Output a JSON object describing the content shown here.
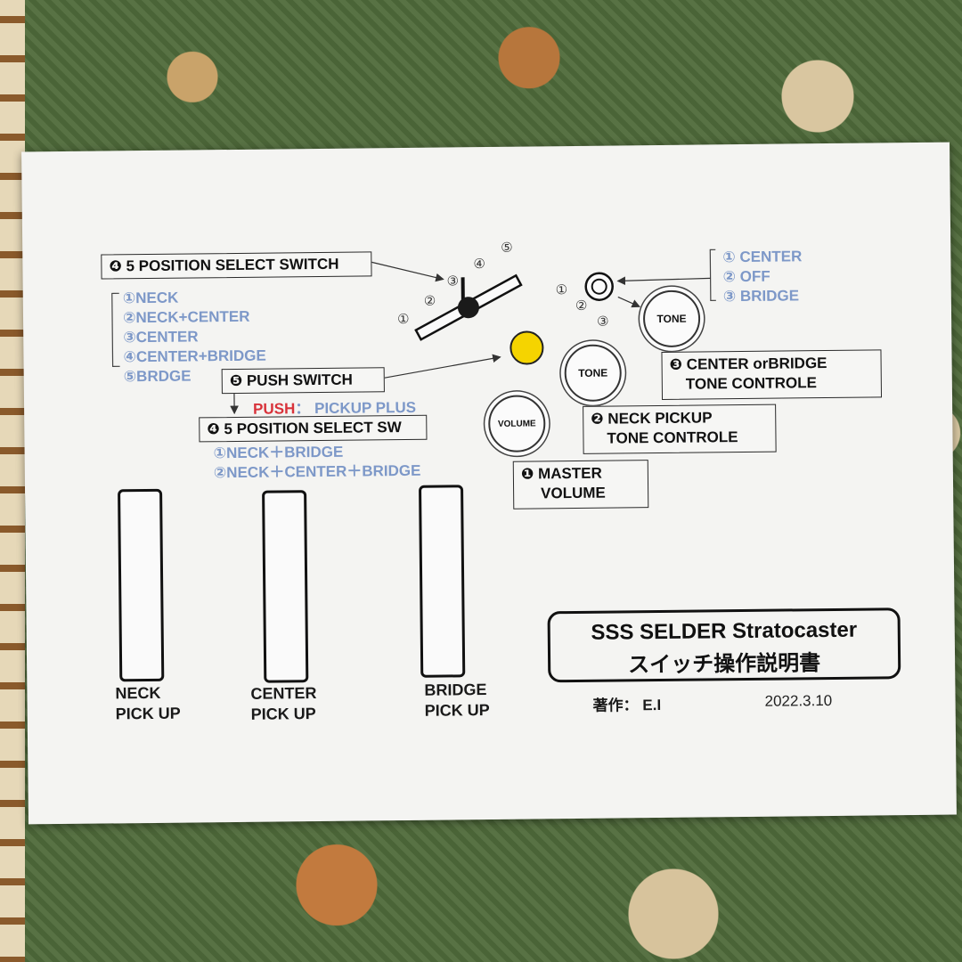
{
  "select_switch": {
    "label": "❹ 5 POSITION SELECT SWITCH",
    "positions": [
      "①NECK",
      "②NECK+CENTER",
      "③CENTER",
      "④CENTER+BRIDGE",
      "⑤BRDGE"
    ],
    "numbers": [
      "①",
      "②",
      "③",
      "④",
      "⑤"
    ]
  },
  "push_switch": {
    "label": "❺ PUSH SWITCH",
    "push_word": "PUSH",
    "push_desc": "： PICKUP PLUS",
    "sub_label": "❹ 5 POSITION SELECT SW",
    "sub_items": [
      "①NECK＋BRIDGE",
      "②NECK＋CENTER＋BRIDGE"
    ]
  },
  "mini_switch": {
    "items": [
      "① CENTER",
      "② OFF",
      "③ BRIDGE"
    ],
    "numbers": [
      "①",
      "②",
      "③"
    ]
  },
  "knobs": {
    "tone_label": "TONE",
    "volume_label": "VOLUME"
  },
  "callouts": {
    "tone2_line1": "❸ CENTER orBRIDGE",
    "tone2_line2": "TONE CONTROLE",
    "tone1_line1": "❷ NECK PICKUP",
    "tone1_line2": "TONE CONTROLE",
    "volume_line1": "❶ MASTER",
    "volume_line2": "VOLUME"
  },
  "pickups": [
    {
      "line1": "NECK",
      "line2": "PICK UP"
    },
    {
      "line1": "CENTER",
      "line2": "PICK UP"
    },
    {
      "line1": "BRIDGE",
      "line2": "PICK UP"
    }
  ],
  "title": {
    "line1": "SSS SELDER  Stratocaster",
    "line2": "スイッチ操作説明書",
    "author": "著作： E.I",
    "date": "2022.3.10"
  },
  "colors": {
    "paper": "#f4f4f2",
    "blue_text": "#7d98c8",
    "push_red": "#d8323a",
    "yellow_button": "#f5d400"
  }
}
